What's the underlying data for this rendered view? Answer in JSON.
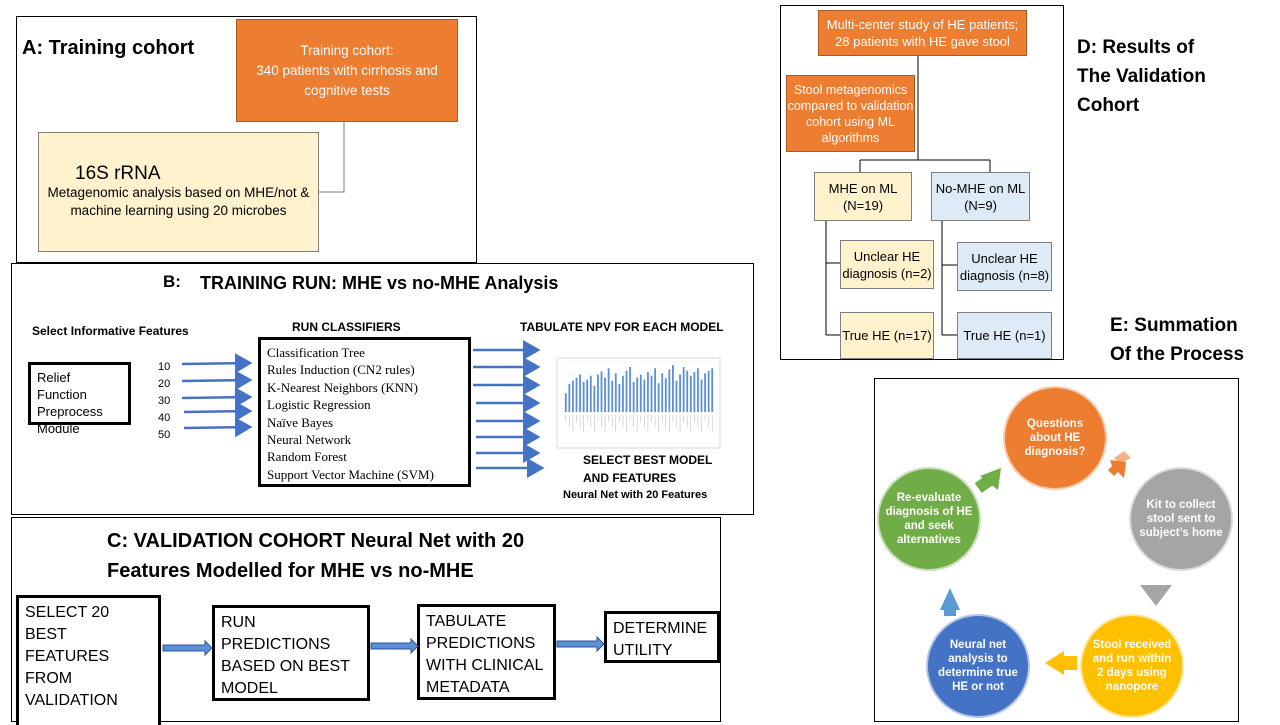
{
  "panelA": {
    "label": "A: Training cohort",
    "cohort_title": "Training cohort:",
    "cohort_text": "340 patients with cirrhosis and cognitive tests",
    "rrna_title": "16S rRNA",
    "rrna_text": "Metagenomic analysis based on MHE/not & machine learning using 20 microbes"
  },
  "panelB": {
    "label": "B:",
    "title": "TRAINING RUN: MHE vs no-MHE Analysis",
    "select_features": "Select Informative Features",
    "relief_box": "Relief Function Preprocess Module",
    "feature_counts": [
      "10",
      "20",
      "30",
      "40",
      "50"
    ],
    "run_classifiers": "RUN CLASSIFIERS",
    "classifiers": [
      "Classification Tree",
      "Rules Induction (CN2 rules)",
      "K-Nearest Neighbors (KNN)",
      "Logistic Regression",
      "Naïve Bayes",
      "Neural Network",
      "Random Forest",
      "Support Vector Machine (SVM)"
    ],
    "tabulate_npv": "TABULATE NPV FOR EACH MODEL",
    "select_best": "SELECT BEST MODEL AND FEATURES",
    "best_model": "Neural Net with 20 Features"
  },
  "panelC": {
    "title_line1": "C: VALIDATION COHORT Neural Net with 20",
    "title_line2": "Features Modelled for MHE vs no-MHE",
    "step1": "SELECT 20 BEST FEATURES FROM VALIDATION",
    "step2": "RUN PREDICTIONS BASED ON BEST MODEL",
    "step3": "TABULATE PREDICTIONS WITH CLINICAL METADATA",
    "step4": "DETERMINE UTILITY"
  },
  "panelD": {
    "label_line1": "D: Results of",
    "label_line2": "The Validation",
    "label_line3": "Cohort",
    "study": "Multi-center study of HE patients; 28 patients with HE gave stool",
    "metagenomics": "Stool metagenomics compared to validation cohort using ML algorithms",
    "mhe": "MHE on ML (N=19)",
    "nomhe": "No-MHE on ML (N=9)",
    "unclear_left": "Unclear HE diagnosis (n=2)",
    "true_left": "True HE (n=17)",
    "unclear_right": "Unclear HE diagnosis (n=8)",
    "true_right": "True HE (n=1)"
  },
  "panelE": {
    "label_line1": "E: Summation",
    "label_line2": "Of the Process",
    "steps": [
      {
        "text": "Questions about HE diagnosis?",
        "color": "#ed7d31"
      },
      {
        "text": "Kit to collect stool sent to subject’s home",
        "color": "#a5a5a5"
      },
      {
        "text": "Stool received and run within 2 days using nanopore",
        "color": "#ffc000"
      },
      {
        "text": "Neural net analysis to determine true HE or not",
        "color": "#4472c4"
      },
      {
        "text": "Re-evaluate diagnosis of HE and seek alternatives",
        "color": "#70ad47"
      }
    ]
  },
  "colors": {
    "orange": "#ed7d31",
    "cream": "#fff2cc",
    "light_blue": "#deebf7",
    "arrow_blue": "#4472c4",
    "bar_blue": "#5b8fd6"
  },
  "chart_data": {
    "type": "bar",
    "values": [
      30,
      45,
      50,
      55,
      60,
      48,
      52,
      58,
      42,
      60,
      65,
      55,
      70,
      50,
      62,
      45,
      58,
      66,
      72,
      48,
      55,
      60,
      52,
      64,
      58,
      70,
      46,
      62,
      54,
      68,
      75,
      50,
      60,
      72,
      66,
      58,
      64,
      70,
      52,
      62,
      66,
      70
    ]
  }
}
